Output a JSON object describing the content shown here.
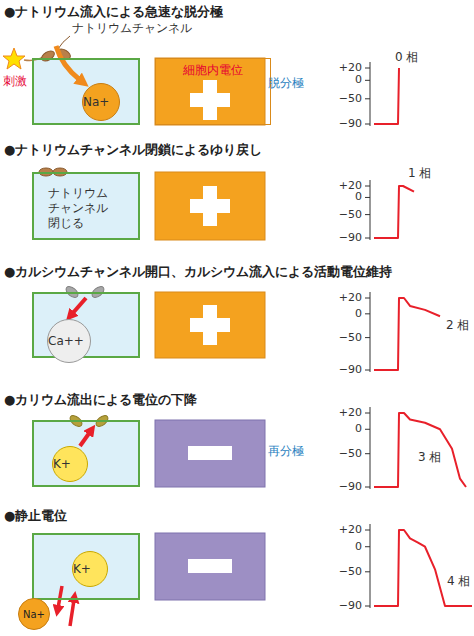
{
  "diagram": {
    "nodes": [
      {
        "text": []
      },
      {
        "text": [
          "Na+"
        ],
        "in": 0
      },
      {
        "text": [
          "細胞内電位"
        ]
      },
      {
        "text": [
          "ナトリウム チャンネル 閉じる"
        ]
      },
      {
        "text": []
      },
      {
        "text": [
          "Ca++"
        ],
        "in": 4
      },
      {
        "text": []
      },
      {
        "text": [
          "K+"
        ],
        "in": 6
      },
      {
        "text": []
      },
      {
        "text": [
          "K+"
        ],
        "in": 8
      },
      {
        "text": [
          "Na+"
        ]
      }
    ],
    "labels": [
      "●ナトリウム流入による急速な脱分極",
      "ナトリウムチャンネル",
      "刺激",
      "脱分極",
      "+20",
      "0",
      "−50",
      "−90",
      "0 相",
      "●ナトリウムチャンネル閉鎖によるゆり戻し",
      "+20",
      "0",
      "−50",
      "−90",
      "1 相",
      "●カルシウムチャンネル開口、カルシウム流入による活動電位維持",
      "+20",
      "0",
      "−50",
      "−90",
      "2 相",
      "●カリウム流出による電位の下降",
      "再分極",
      "+20",
      "0",
      "−50",
      "−90",
      "3 相",
      "●静止電位",
      "+20",
      "0",
      "−50",
      "−90",
      "4 相"
    ]
  }
}
